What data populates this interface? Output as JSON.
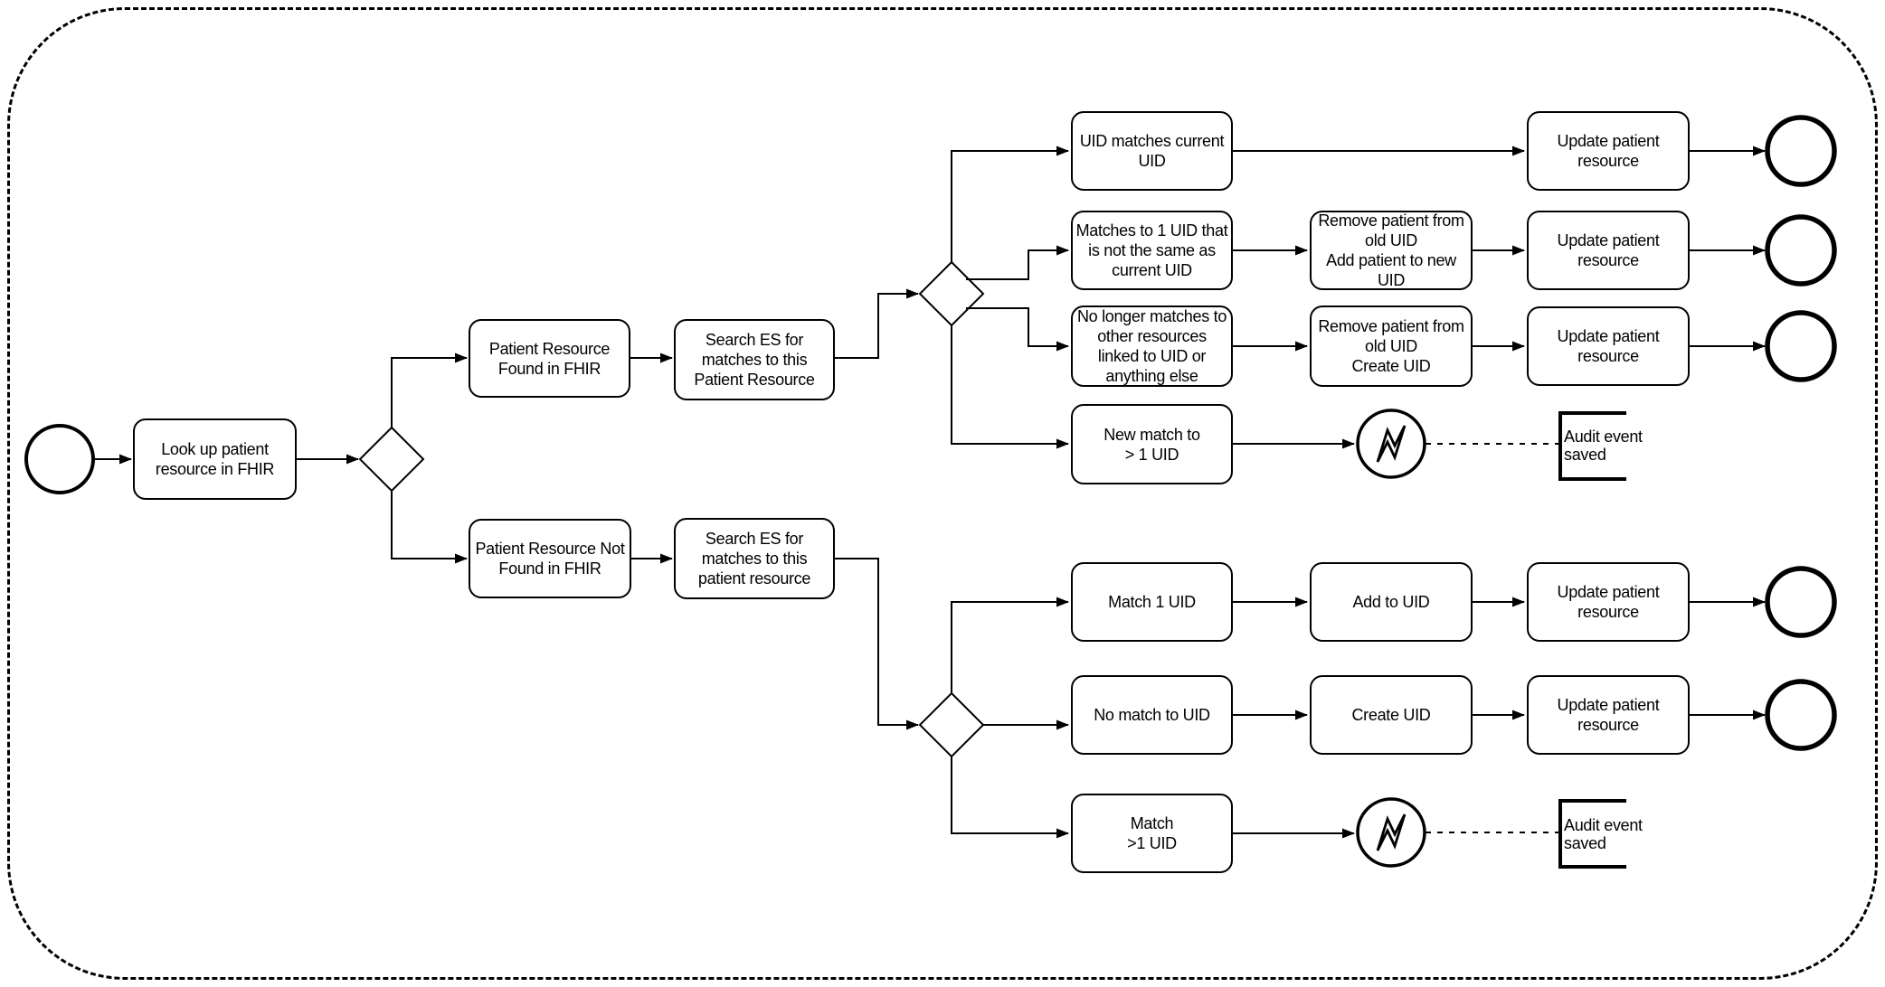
{
  "diagram": {
    "type": "bpmn-flowchart",
    "colors": {
      "stroke": "#000000",
      "background": "#ffffff"
    },
    "nodes": {
      "lookup": {
        "label": "Look up patient\nresource in FHIR"
      },
      "found": {
        "label": "Patient Resource\nFound in FHIR"
      },
      "search_found": {
        "label": "Search ES for\nmatches to this\nPatient Resource"
      },
      "not_found": {
        "label": "Patient Resource Not\nFound in FHIR"
      },
      "search_not_found": {
        "label": "Search ES for\nmatches to this\npatient resource"
      },
      "uid_matches": {
        "label": "UID matches current\nUID"
      },
      "matches_other_uid": {
        "label": "Matches to 1 UID that\nis not the same as\ncurrent UID"
      },
      "no_longer_matches": {
        "label": "No longer matches to\nother resources\nlinked to UID or\nanything else"
      },
      "new_match_multi": {
        "label": "New match to\n> 1 UID"
      },
      "remove_add": {
        "label": "Remove patient from\nold UID\nAdd patient to new\nUID"
      },
      "remove_create": {
        "label": "Remove patient from\nold UID\nCreate UID"
      },
      "update_patient": {
        "label": "Update patient\nresource"
      },
      "match_1_uid": {
        "label": "Match 1 UID"
      },
      "no_match_uid": {
        "label": "No match to UID"
      },
      "match_multi_uid": {
        "label": "Match\n>1 UID"
      },
      "add_to_uid": {
        "label": "Add to UID"
      },
      "create_uid": {
        "label": "Create UID"
      },
      "audit_event": {
        "label": "Audit event\nsaved"
      }
    }
  }
}
